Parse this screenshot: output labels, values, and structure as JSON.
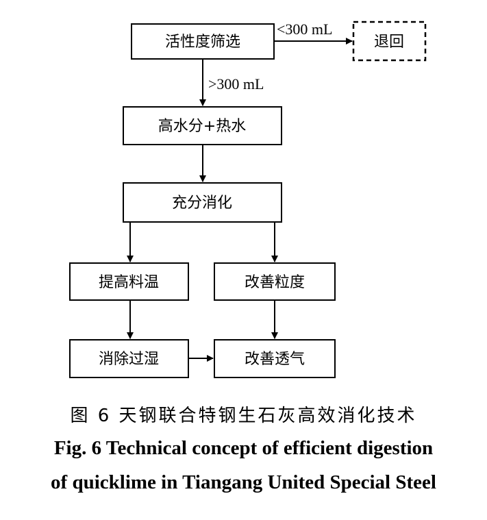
{
  "boxes": {
    "screening": "活性度筛选",
    "reject": "退回",
    "water": "高水分+热水",
    "digestion": "充分消化",
    "raise_temp": "提高料温",
    "granularity": "改善粒度",
    "dehumidify": "消除过湿",
    "permeability": "改善透气"
  },
  "edges": {
    "reject_condition": "<300 mL",
    "pass_condition": ">300 mL"
  },
  "caption": {
    "cn": "图 6    天钢联合特钢生石灰高效消化技术",
    "en_line1": "Fig. 6    Technical concept of efficient digestion",
    "en_line2": "of quicklime in Tiangang United Special Steel"
  }
}
